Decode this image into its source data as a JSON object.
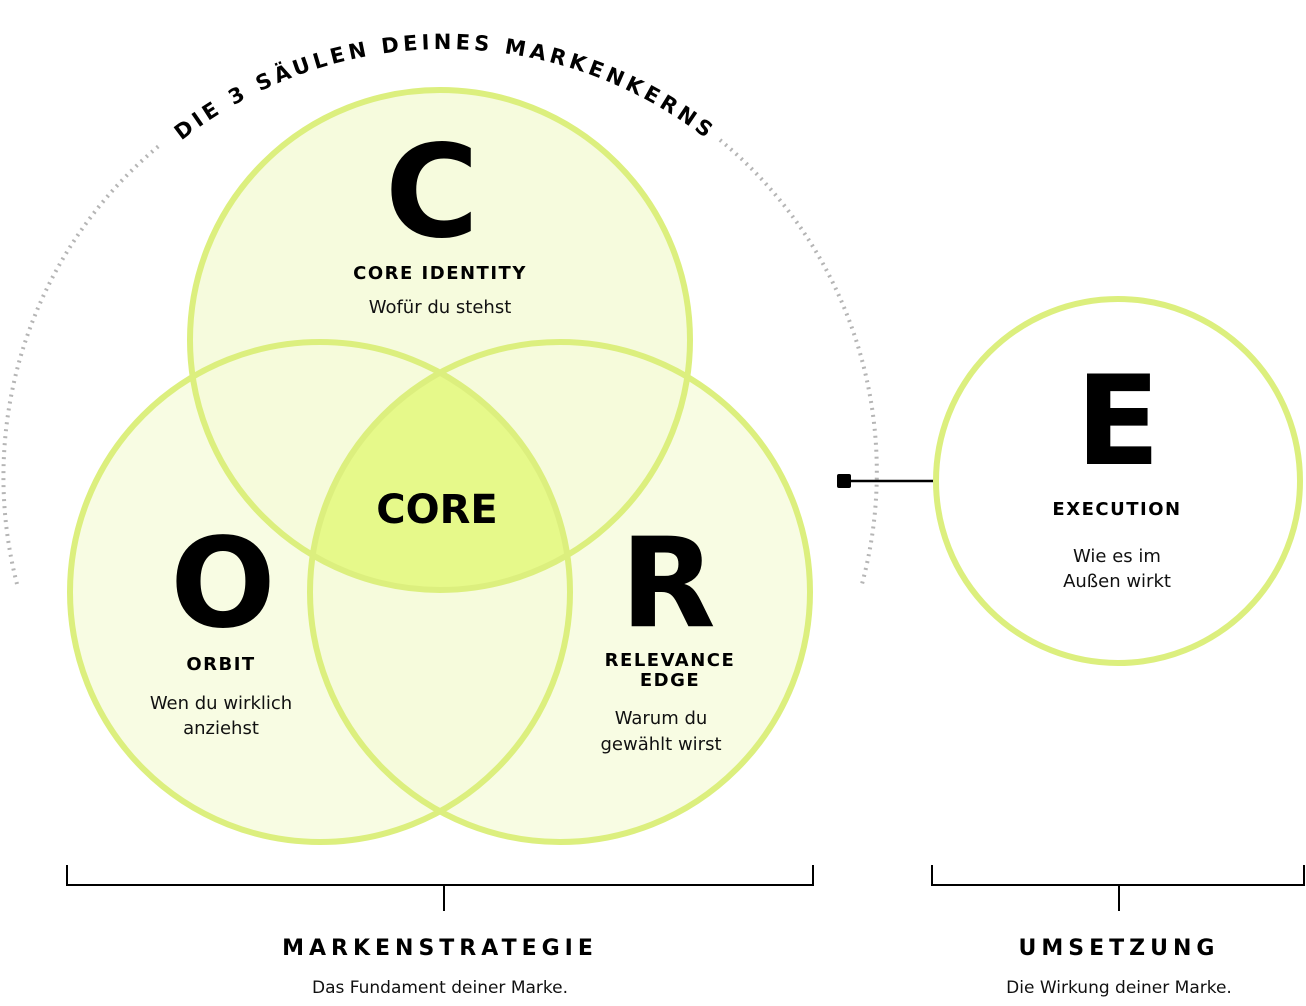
{
  "arc_heading": "DIE 3 SÄULEN DEINES MARKENKERNS",
  "center_label": "CORE",
  "pillars": {
    "c": {
      "letter": "C",
      "title": "CORE IDENTITY",
      "subtitle": [
        "Wofür du stehst"
      ]
    },
    "o": {
      "letter": "O",
      "title": "ORBIT",
      "subtitle": [
        "Wen du wirklich",
        "anziehst"
      ]
    },
    "r": {
      "letter": "R",
      "title_lines": [
        "RELEVANCE",
        "EDGE"
      ],
      "subtitle": [
        "Warum du",
        "gewählt wirst"
      ]
    },
    "e": {
      "letter": "E",
      "title": "EXECUTION",
      "subtitle": [
        "Wie es im",
        "Außen wirkt"
      ]
    }
  },
  "sections": {
    "strategy": {
      "title": "MARKENSTRATEGIE",
      "subtitle": "Das Fundament deiner Marke."
    },
    "execution": {
      "title": "UMSETZUNG",
      "subtitle": "Die Wirkung deiner Marke."
    }
  },
  "colors": {
    "circle_stroke": "#dcef7e",
    "circle_fill": "#f5fbd9",
    "core_highlight": "#e6f98a",
    "dotted_arc": "#b5b5b5",
    "text": "#000000"
  }
}
